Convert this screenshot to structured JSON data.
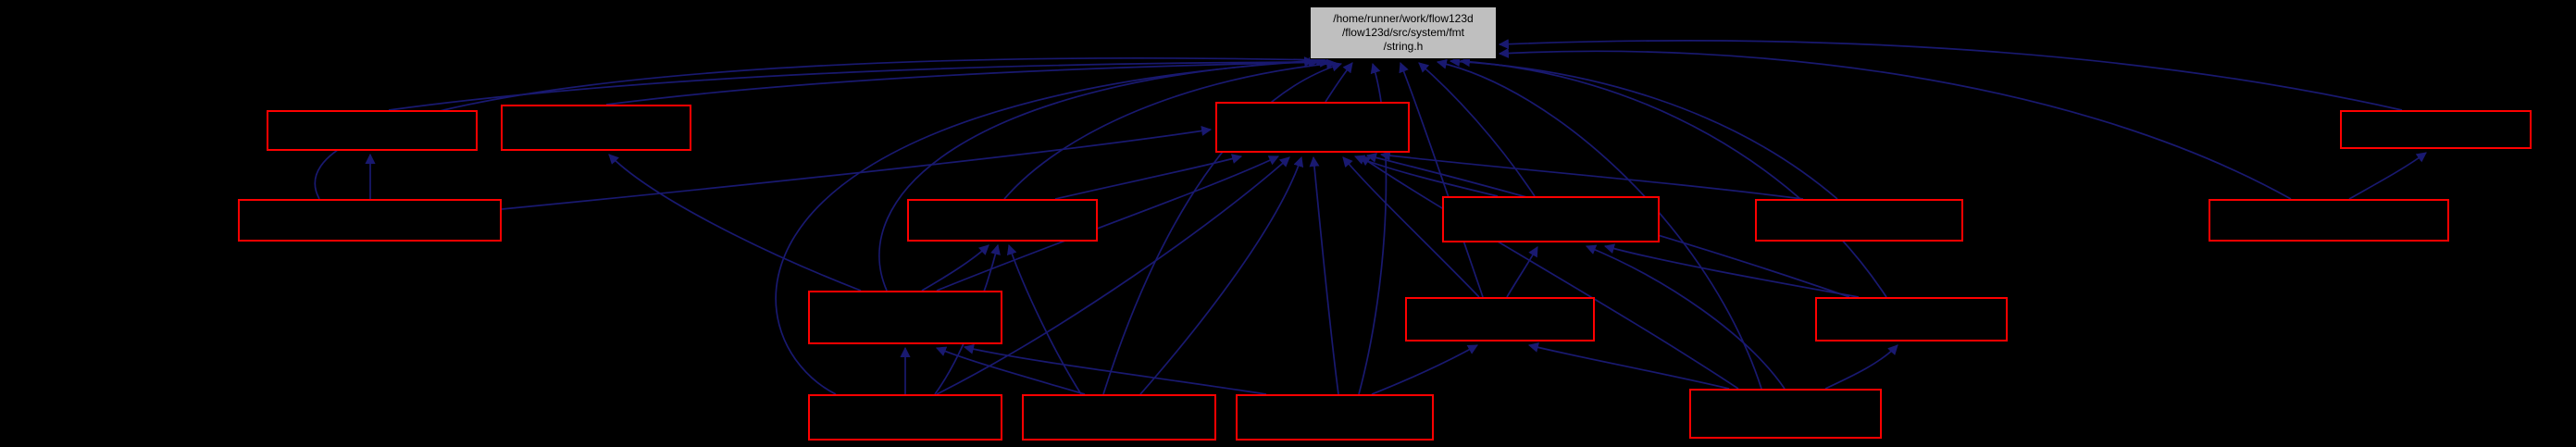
{
  "diagram": {
    "type": "include-dependency-graph",
    "background_color": "#000000",
    "edge_color": "#191970",
    "dependent_node_border_color": "#ff0000",
    "dependent_node_fill_color": "#000000",
    "dependent_node_count": 16,
    "root_node": {
      "line1": "/home/runner/work/flow123d",
      "line2": "/flow123d/src/system/fmt",
      "line3": "/string.h",
      "fill_color": "#bfbfbf",
      "text_color": "#000000"
    }
  }
}
